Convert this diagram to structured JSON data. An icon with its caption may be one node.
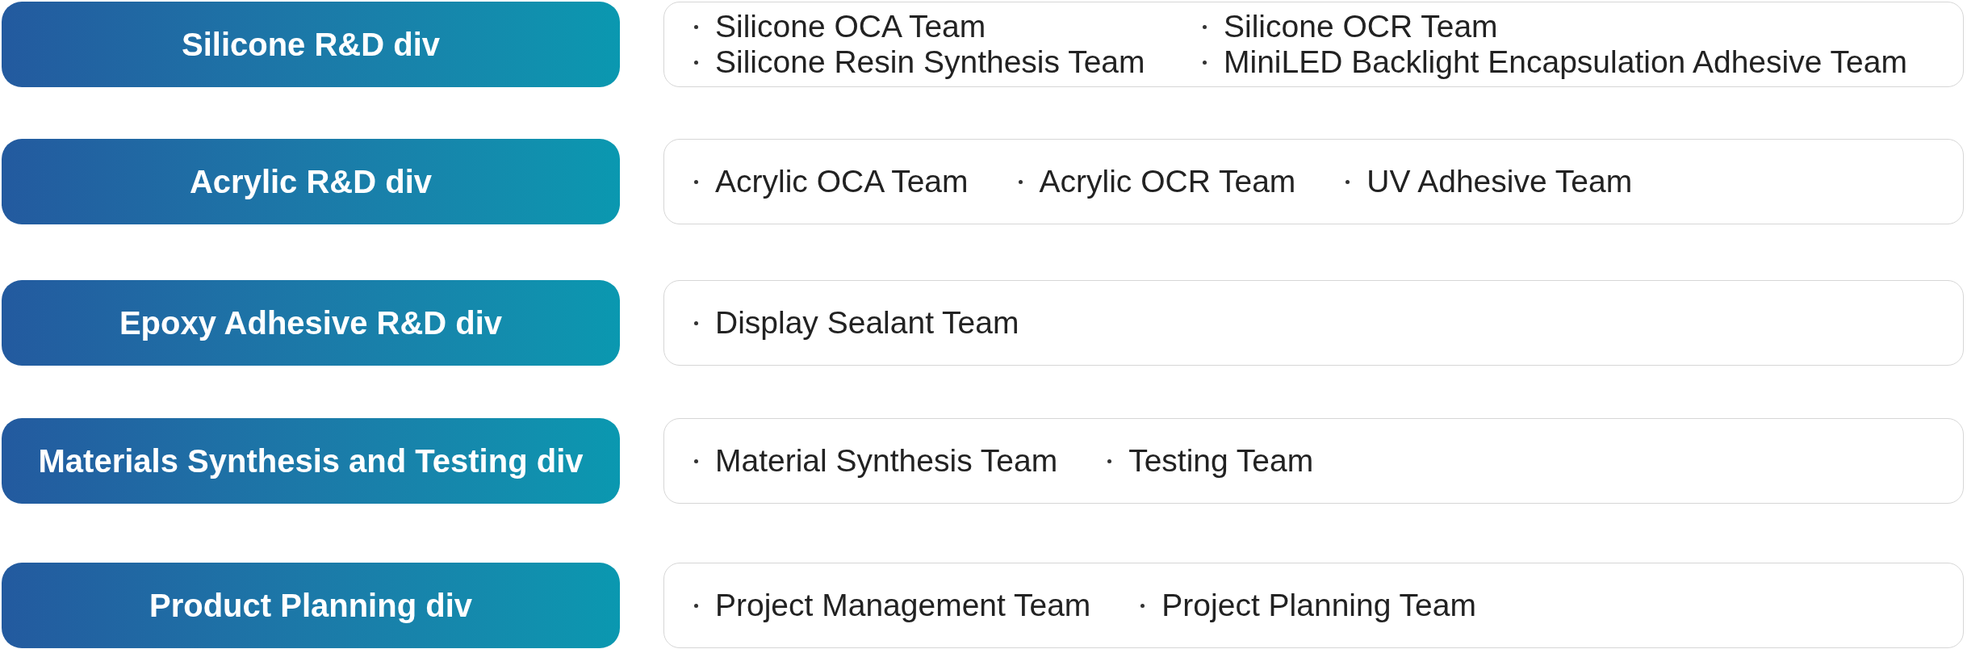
{
  "diagram": {
    "nodes": [
      {
        "text": [
          "Silicone R&D div"
        ]
      },
      {
        "text": [
          "Silicone OCA Team",
          "Silicone OCR Team",
          "Silicone Resin Synthesis Team",
          "MiniLED Backlight Encapsulation Adhesive Team"
        ]
      },
      {
        "text": [
          "Acrylic R&D div"
        ]
      },
      {
        "text": [
          "Acrylic OCA Team",
          "Acrylic OCR Team",
          "UV Adhesive Team"
        ]
      },
      {
        "text": [
          "Epoxy Adhesive R&D div"
        ]
      },
      {
        "text": [
          "Display Sealant Team"
        ]
      },
      {
        "text": [
          "Materials Synthesis and Testing div"
        ]
      },
      {
        "text": [
          "Material Synthesis Team",
          "Testing Team"
        ]
      },
      {
        "text": [
          "Product Planning div"
        ]
      },
      {
        "text": [
          "Project Management Team",
          "Project Planning Team"
        ]
      }
    ]
  }
}
